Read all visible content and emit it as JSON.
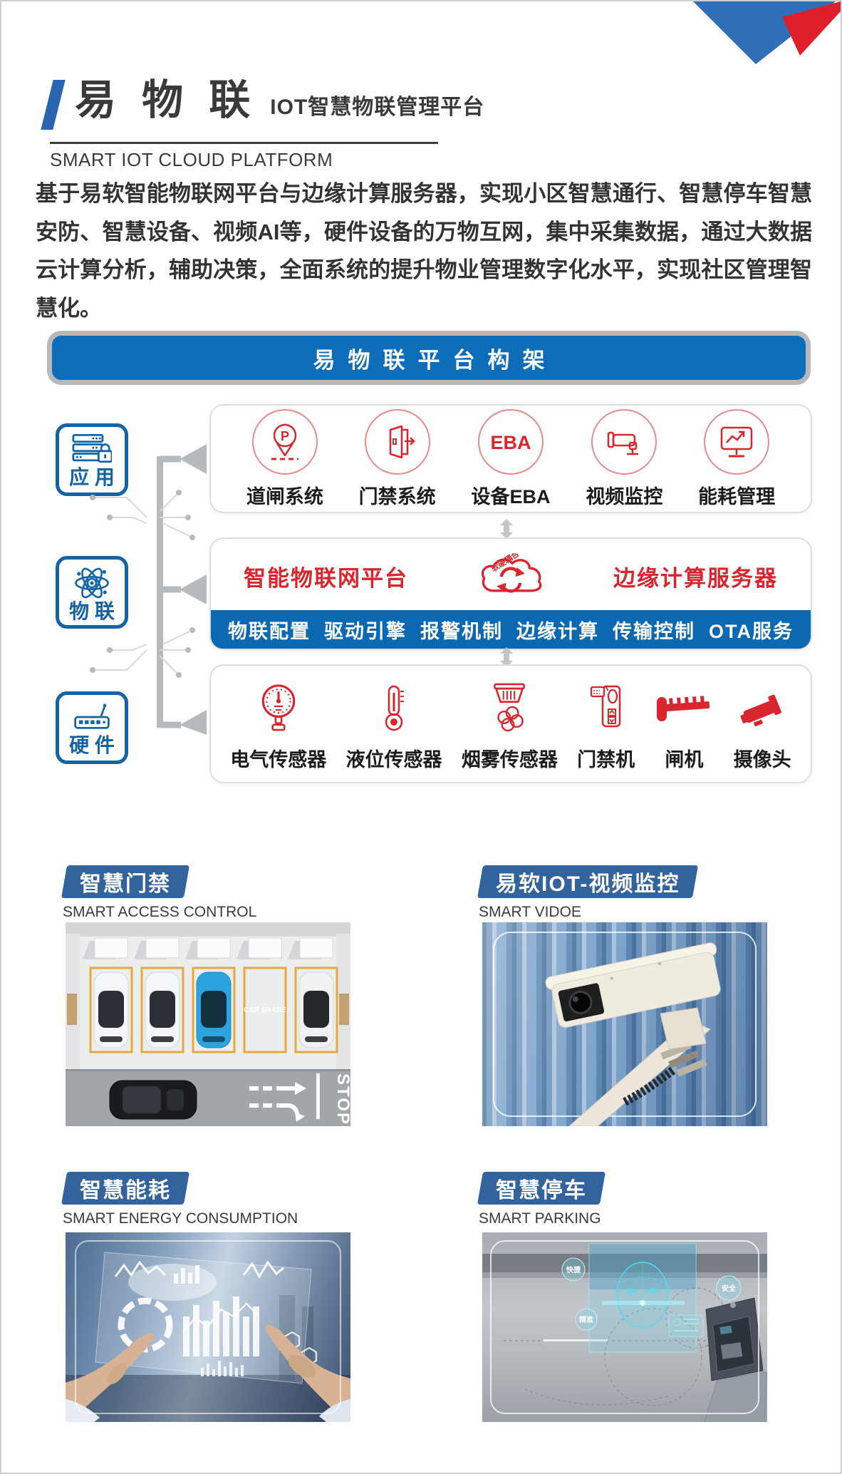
{
  "header": {
    "brand": "易 物 联",
    "brand_suffix": "IOT智慧物联管理平台",
    "subtitle": "SMART IOT CLOUD PLATFORM"
  },
  "intro": "基于易软智能物联网平台与边缘计算服务器，实现小区智慧通行、智慧停车智慧安防、智慧设备、视频AI等，硬件设备的万物互网，集中采集数据，通过大数据云计算分析，辅助决策，全面系统的提升物业管理数字化水平，实现社区管理智慧化。",
  "banner": {
    "title": "易物联平台构架"
  },
  "architecture": {
    "layers": [
      {
        "label": "应 用",
        "icon": "server-lock-icon"
      },
      {
        "label": "物 联",
        "icon": "atom-icon"
      },
      {
        "label": "硬 件",
        "icon": "router-icon"
      }
    ],
    "app_row": [
      {
        "label": "道闸系统",
        "icon": "parking-pin-icon"
      },
      {
        "label": "门禁系统",
        "icon": "door-open-icon"
      },
      {
        "label": "设备EBA",
        "icon": "eba-badge-icon",
        "icon_text": "EBA"
      },
      {
        "label": "视频监控",
        "icon": "cctv-outline-icon"
      },
      {
        "label": "能耗管理",
        "icon": "monitor-chart-icon"
      }
    ],
    "platform_row": {
      "left_title": "智能物联网平台",
      "right_title": "边缘计算服务器",
      "cloud_label": "软硬耦合",
      "services": "物联配置  驱动引擎  报警机制  边缘计算  传输控制  OTA服务"
    },
    "hardware_row": [
      {
        "label": "电气传感器",
        "icon": "gauge-icon"
      },
      {
        "label": "液位传感器",
        "icon": "thermometer-icon"
      },
      {
        "label": "烟雾传感器",
        "icon": "smoke-detector-icon"
      },
      {
        "label": "门禁机",
        "icon": "card-reader-icon"
      },
      {
        "label": "闸机",
        "icon": "barrier-gate-icon"
      },
      {
        "label": "摄像头",
        "icon": "camera-solid-icon"
      }
    ]
  },
  "sections": [
    {
      "title": "智慧门禁",
      "subtitle": "SMART ACCESS CONTROL"
    },
    {
      "title": "易软IOT-视频监控",
      "subtitle": "SMART VIDOE"
    },
    {
      "title": "智慧能耗",
      "subtitle": "SMART ENERGY CONSUMPTION"
    },
    {
      "title": "智慧停车",
      "subtitle": "SMART PARKING"
    }
  ],
  "photos": {
    "parking": {
      "stop": "STOP",
      "car_share": "CAR SHARE"
    },
    "gate": {
      "badge1": "快捷",
      "badge2": "精准",
      "badge3": "安全"
    }
  },
  "colors": {
    "brand_blue": "#0d6db8",
    "badge_blue": "#33639c",
    "layer_blue": "#1464a5",
    "accent_red": "#d9252d"
  }
}
